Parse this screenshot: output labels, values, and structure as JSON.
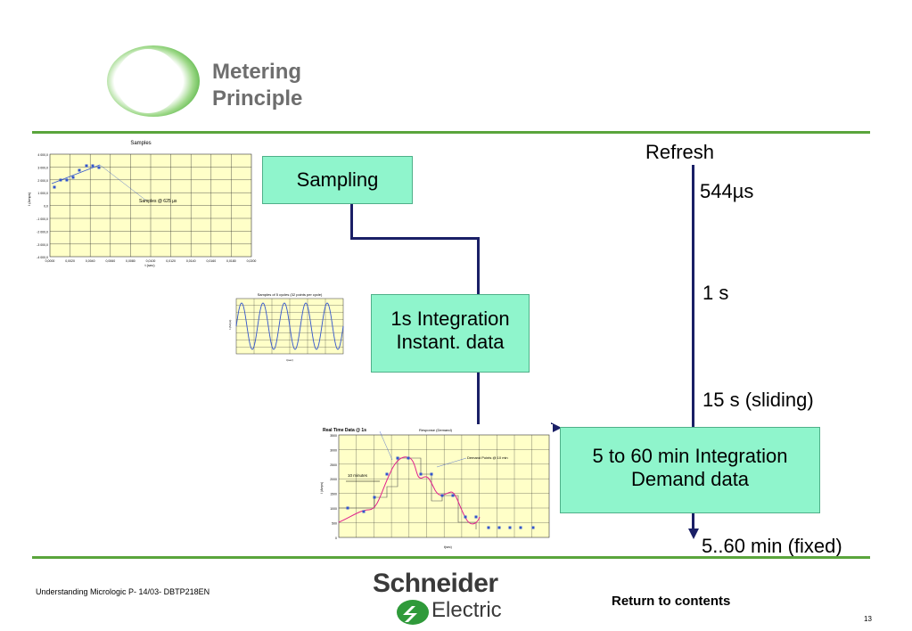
{
  "header": {
    "title_line1": "Metering",
    "title_line2": "Principle"
  },
  "boxes": {
    "sampling": "Sampling",
    "integration_line1": "1s Integration",
    "integration_line2": "Instant. data",
    "demand_line1": "5 to 60 min Integration",
    "demand_line2": "Demand data"
  },
  "refresh": {
    "title": "Refresh",
    "t1": "544µs",
    "t2": "1 s",
    "t3": "15 s (sliding)",
    "t4": "5..60 min (fixed)"
  },
  "charts": {
    "samples": {
      "title": "Samples",
      "annotation": "Samples @ 625 µs",
      "xlabel": "t (sec)",
      "ylabel": "I (Amps)",
      "yticks": [
        "4 000,0",
        "3 000,0",
        "2 000,0",
        "1 000,0",
        "0,0",
        "-1 000,0",
        "-2 000,0",
        "-3 000,0",
        "-4 000,0"
      ],
      "xticks": [
        "0,0000",
        "0,0020",
        "0,0040",
        "0,0060",
        "0,0080",
        "0,0100",
        "0,0120",
        "0,0140",
        "0,0160",
        "0,0180",
        "0,0200"
      ]
    },
    "cycles": {
      "title": "Samples of 5 cycles (32 points per cycle)",
      "xlabel": "t(sec)",
      "ylabel": "I (Amps)"
    },
    "demand": {
      "title": "Real Time Data @ 1s",
      "legend": "Response (Demand)",
      "annotation": "Demand Points @ 10 min",
      "interval_label": "10 minutes",
      "xlabel": "t(sec)",
      "ylabel": "I (Amps)",
      "yticks": [
        "3500",
        "3000",
        "2500",
        "2000",
        "1500",
        "1000",
        "500",
        "0"
      ]
    }
  },
  "footer": {
    "doc_ref": "Understanding Micrologic P- 14/03- DBTP218EN",
    "logo_line1": "Schneider",
    "logo_line2": "Electric",
    "return_link": "Return to contents",
    "page_number": "13"
  },
  "colors": {
    "accent": "#5aa53c",
    "box": "#8ff5cc",
    "line": "#1a1f66",
    "chart_bg": "#ffffc8",
    "series": "#3355cc",
    "curve": "#e0208c"
  }
}
